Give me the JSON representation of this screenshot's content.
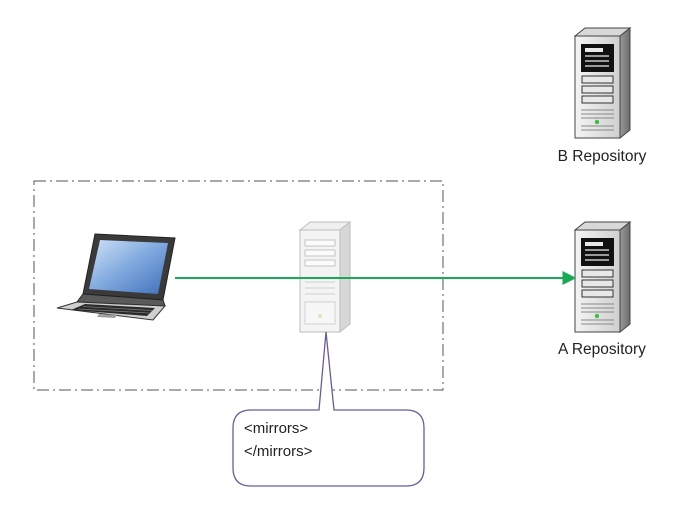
{
  "nodes": {
    "repo_b": {
      "label": "B Repository",
      "icon": "server-tower-icon"
    },
    "repo_a": {
      "label": "A Repository",
      "icon": "server-tower-icon"
    },
    "laptop": {
      "icon": "laptop-icon"
    },
    "mirror_server": {
      "icon": "server-tower-faded-icon"
    }
  },
  "callout": {
    "line1": "<mirrors>",
    "line2": "</mirrors>"
  },
  "colors": {
    "connector": "#1aaa55",
    "callout_border": "#6b5b9a",
    "group_border": "#555555"
  }
}
